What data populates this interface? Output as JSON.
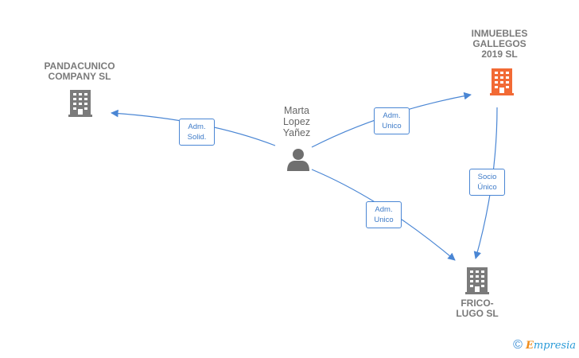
{
  "nodes": {
    "pandacunico": {
      "label": "PANDACUNICO\nCOMPANY  SL"
    },
    "inmuebles": {
      "label": "INMUEBLES\nGALLEGOS\n2019  SL"
    },
    "person": {
      "label": "Marta\nLopez\nYañez"
    },
    "fricolugo": {
      "label": "FRICO-\nLUGO  SL"
    }
  },
  "edges": {
    "to_pandacunico": {
      "label": "Adm.\nSolid."
    },
    "to_inmuebles": {
      "label": "Adm.\nUnico"
    },
    "to_fricolugo": {
      "label": "Adm.\nUnico"
    },
    "inmuebles_to_fricolugo": {
      "label": "Socio\nÚnico"
    }
  },
  "colors": {
    "edge": "#4a86d4",
    "building": "#7b7b7b",
    "building_highlight": "#f26a35",
    "person": "#6f6f6f"
  },
  "footer": {
    "copyright_symbol": "©",
    "brand_initial": "E",
    "brand_rest": "mpresia"
  }
}
